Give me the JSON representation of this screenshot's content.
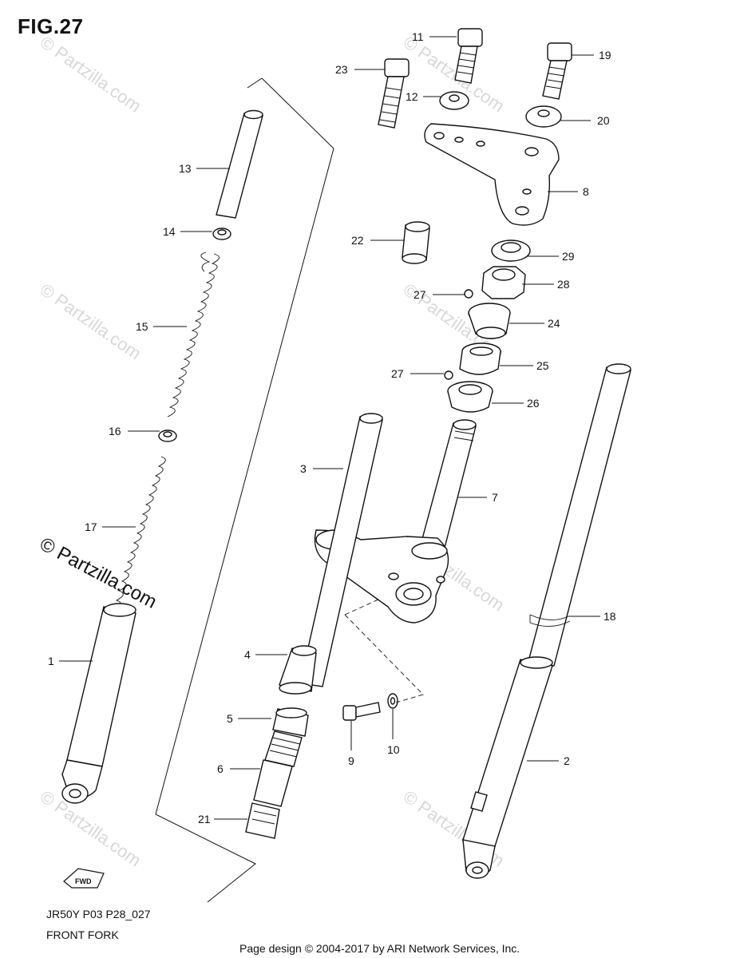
{
  "figure": {
    "title": "FIG.27"
  },
  "footer": {
    "model_code": "JR50Y P03 P28_027",
    "subtitle": "FRONT FORK",
    "credit": "Page design © 2004-2017 by ARI Network Services, Inc."
  },
  "watermarks": {
    "small": "© Partzilla.com",
    "large": "© Partzilla.com"
  },
  "fwd_badge": "FWD",
  "callouts": [
    {
      "id": "c11",
      "label": "11"
    },
    {
      "id": "c19",
      "label": "19"
    },
    {
      "id": "c23",
      "label": "23"
    },
    {
      "id": "c12",
      "label": "12"
    },
    {
      "id": "c20",
      "label": "20"
    },
    {
      "id": "c13",
      "label": "13"
    },
    {
      "id": "c8",
      "label": "8"
    },
    {
      "id": "c14",
      "label": "14"
    },
    {
      "id": "c22",
      "label": "22"
    },
    {
      "id": "c29",
      "label": "29"
    },
    {
      "id": "c28",
      "label": "28"
    },
    {
      "id": "c27a",
      "label": "27"
    },
    {
      "id": "c15",
      "label": "15"
    },
    {
      "id": "c24",
      "label": "24"
    },
    {
      "id": "c25",
      "label": "25"
    },
    {
      "id": "c27b",
      "label": "27"
    },
    {
      "id": "c26",
      "label": "26"
    },
    {
      "id": "c16",
      "label": "16"
    },
    {
      "id": "c3",
      "label": "3"
    },
    {
      "id": "c7",
      "label": "7"
    },
    {
      "id": "c17",
      "label": "17"
    },
    {
      "id": "c18",
      "label": "18"
    },
    {
      "id": "c1",
      "label": "1"
    },
    {
      "id": "c4",
      "label": "4"
    },
    {
      "id": "c5",
      "label": "5"
    },
    {
      "id": "c9",
      "label": "9"
    },
    {
      "id": "c10",
      "label": "10"
    },
    {
      "id": "c2",
      "label": "2"
    },
    {
      "id": "c6",
      "label": "6"
    },
    {
      "id": "c21",
      "label": "21"
    }
  ]
}
